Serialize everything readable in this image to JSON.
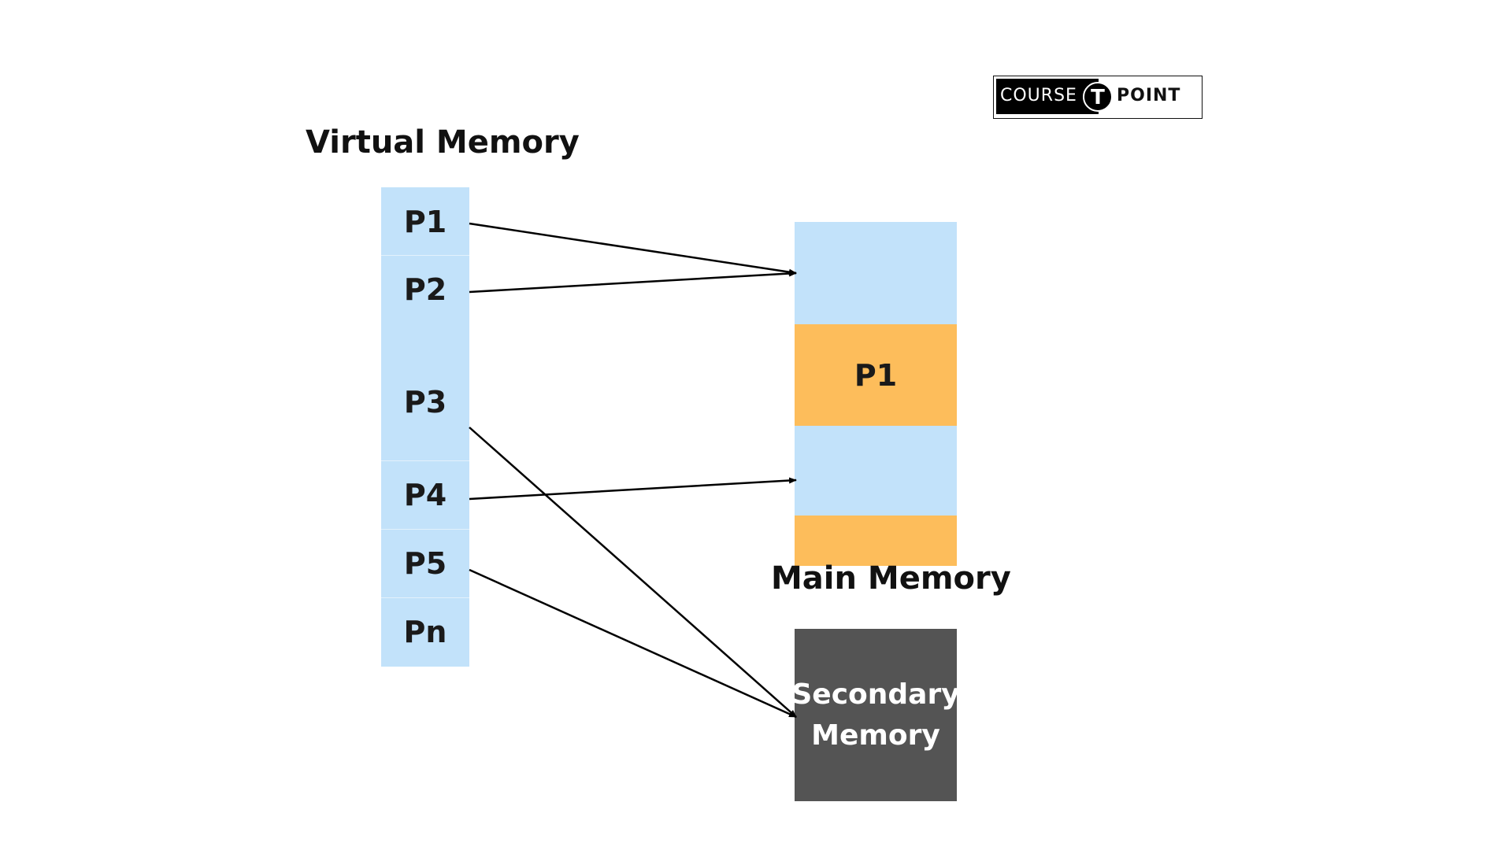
{
  "virtual_memory": {
    "title": "Virtual Memory",
    "pages": [
      "P1",
      "P2",
      "P3",
      "P4",
      "P5",
      "Pn"
    ]
  },
  "main_memory": {
    "title": "Main Memory",
    "blocks": [
      {
        "label": "",
        "color": "#c2e2fa"
      },
      {
        "label": "P1",
        "color": "#fdbd5b"
      },
      {
        "label": "",
        "color": "#c2e2fa"
      },
      {
        "label": "",
        "color": "#fdbd5b"
      }
    ]
  },
  "secondary_memory": {
    "line1": "Secondary",
    "line2": "Memory"
  },
  "logo": {
    "word_left": "COURSE",
    "emblem_letter": "T",
    "word_right": "POINT"
  },
  "mappings": [
    {
      "from": "P1",
      "to": "main-memory-block-1"
    },
    {
      "from": "P2",
      "to": "main-memory-block-1"
    },
    {
      "from": "P3",
      "to": "secondary-memory"
    },
    {
      "from": "P4",
      "to": "main-memory-block-3"
    },
    {
      "from": "P5",
      "to": "secondary-memory"
    }
  ],
  "colors": {
    "page_blue": "#c2e2fa",
    "page_orange": "#fdbd5b",
    "secondary_gray": "#545454",
    "arrow": "#000000"
  }
}
